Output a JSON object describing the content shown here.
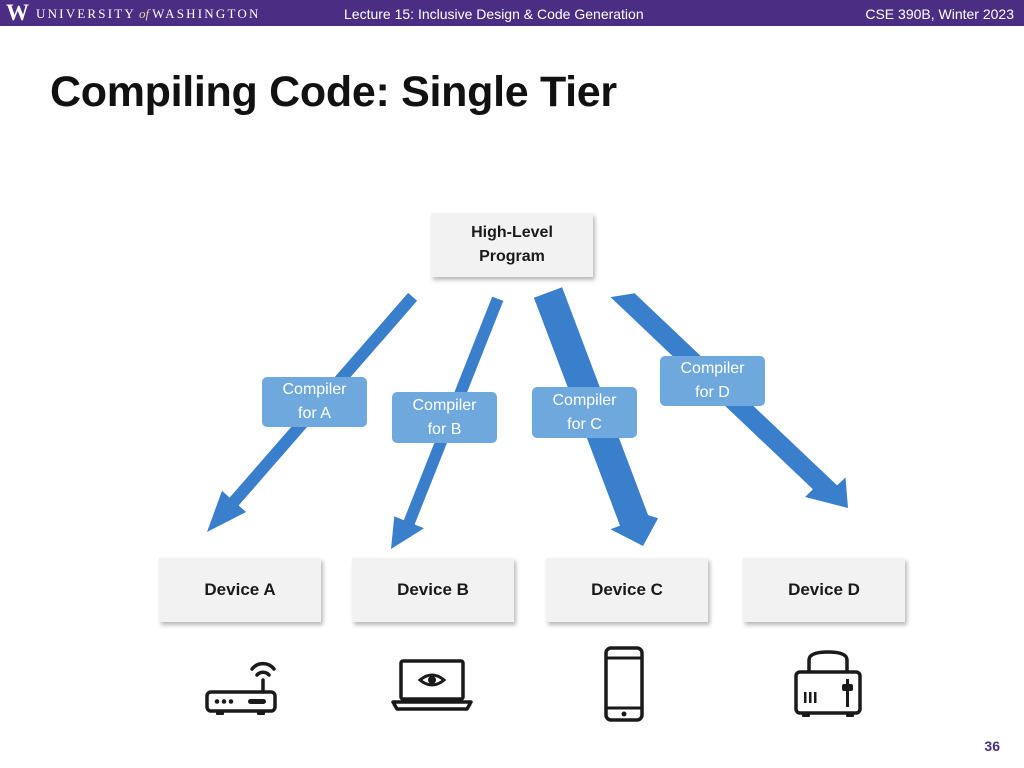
{
  "header": {
    "logo_letter": "W",
    "university_pre": "UNIVERSITY",
    "university_of": "of",
    "university_post": "WASHINGTON",
    "lecture": "Lecture 15: Inclusive Design & Code Generation",
    "course": "CSE 390B, Winter 2023"
  },
  "title": "Compiling Code: Single Tier",
  "program": {
    "line1": "High-Level",
    "line2": "Program"
  },
  "compilers": [
    {
      "line1": "Compiler",
      "line2": "for A"
    },
    {
      "line1": "Compiler",
      "line2": "for B"
    },
    {
      "line1": "Compiler",
      "line2": "for C"
    },
    {
      "line1": "Compiler",
      "line2": "for D"
    }
  ],
  "devices": [
    {
      "label": "Device A",
      "icon": "router-icon"
    },
    {
      "label": "Device B",
      "icon": "laptop-icon"
    },
    {
      "label": "Device C",
      "icon": "smartphone-icon"
    },
    {
      "label": "Device D",
      "icon": "toaster-icon"
    }
  ],
  "colors": {
    "header": "#4b2e83",
    "arrow": "#3a7fcc",
    "compiler": "#6fa8dc",
    "box": "#f2f2f2"
  },
  "page_number": "36"
}
